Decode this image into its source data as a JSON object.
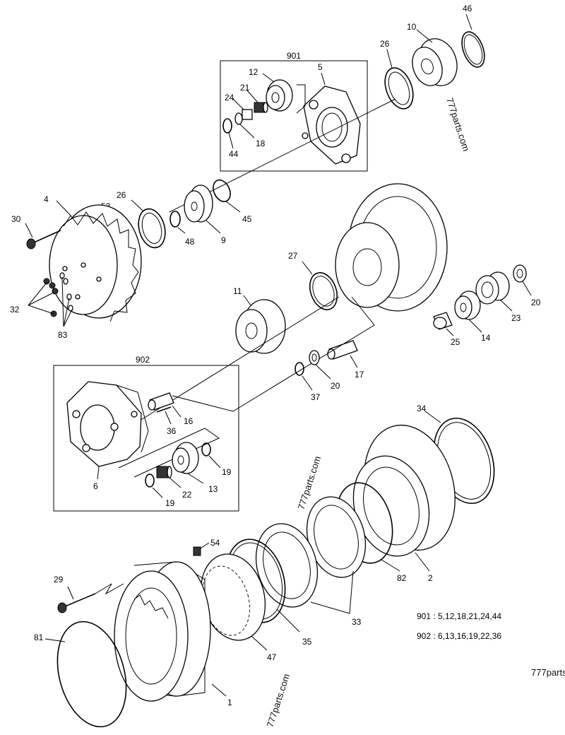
{
  "labels": {
    "l901": "901",
    "l902": "902",
    "l1": "1",
    "l2": "2",
    "l4": "4",
    "l5": "5",
    "l6": "6",
    "l9": "9",
    "l10": "10",
    "l11": "11",
    "l12": "12",
    "l13": "13",
    "l14": "14",
    "l16": "16",
    "l17": "17",
    "l18": "18",
    "l19a": "19",
    "l19b": "19",
    "l20a": "20",
    "l20b": "20",
    "l21": "21",
    "l22": "22",
    "l23": "23",
    "l24": "24",
    "l25": "25",
    "l26a": "26",
    "l26b": "26",
    "l27": "27",
    "l29": "29",
    "l30": "30",
    "l32": "32",
    "l33": "33",
    "l34": "34",
    "l35": "35",
    "l36": "36",
    "l37": "37",
    "l44": "44",
    "l45": "45",
    "l46": "46",
    "l47": "47",
    "l48": "48",
    "l53": "53",
    "l54": "54",
    "l81": "81",
    "l82": "82",
    "l83": "83"
  },
  "notes": {
    "kit901": "901 : 5,12,18,21,24,44",
    "kit902": "902 : 6,13,16,19,22,36"
  },
  "watermarks": {
    "w1": "777parts.com",
    "w2": "777parts.com",
    "w3": "777parts.com",
    "w4": "777parts"
  }
}
